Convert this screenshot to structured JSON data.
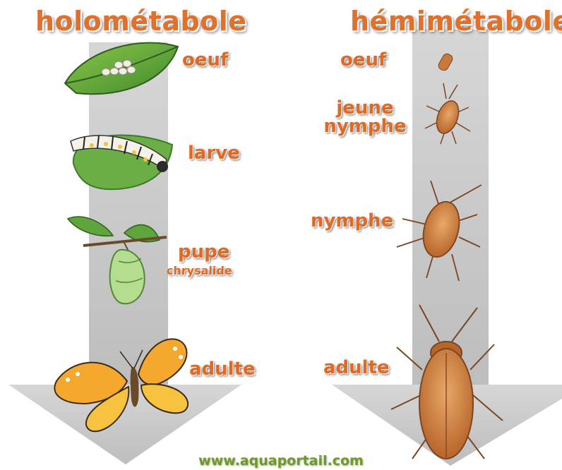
{
  "left": {
    "title": "holométabole",
    "stages": {
      "egg": "oeuf",
      "larva": "larve",
      "pupa": "pupe",
      "pupa_sub": "chrysalide",
      "adult": "adulte"
    }
  },
  "right": {
    "title": "hémimétabole",
    "stages": {
      "egg": "oeuf",
      "young_line1": "jeune",
      "young_line2": "nymphe",
      "nymph": "nymphe",
      "adult": "adulte"
    }
  },
  "footer": "www.aquaportail.com",
  "colors": {
    "label_orange": "#e06a24",
    "arrow_gray": "#c9c9c9",
    "footer_green": "#6e9a26"
  }
}
